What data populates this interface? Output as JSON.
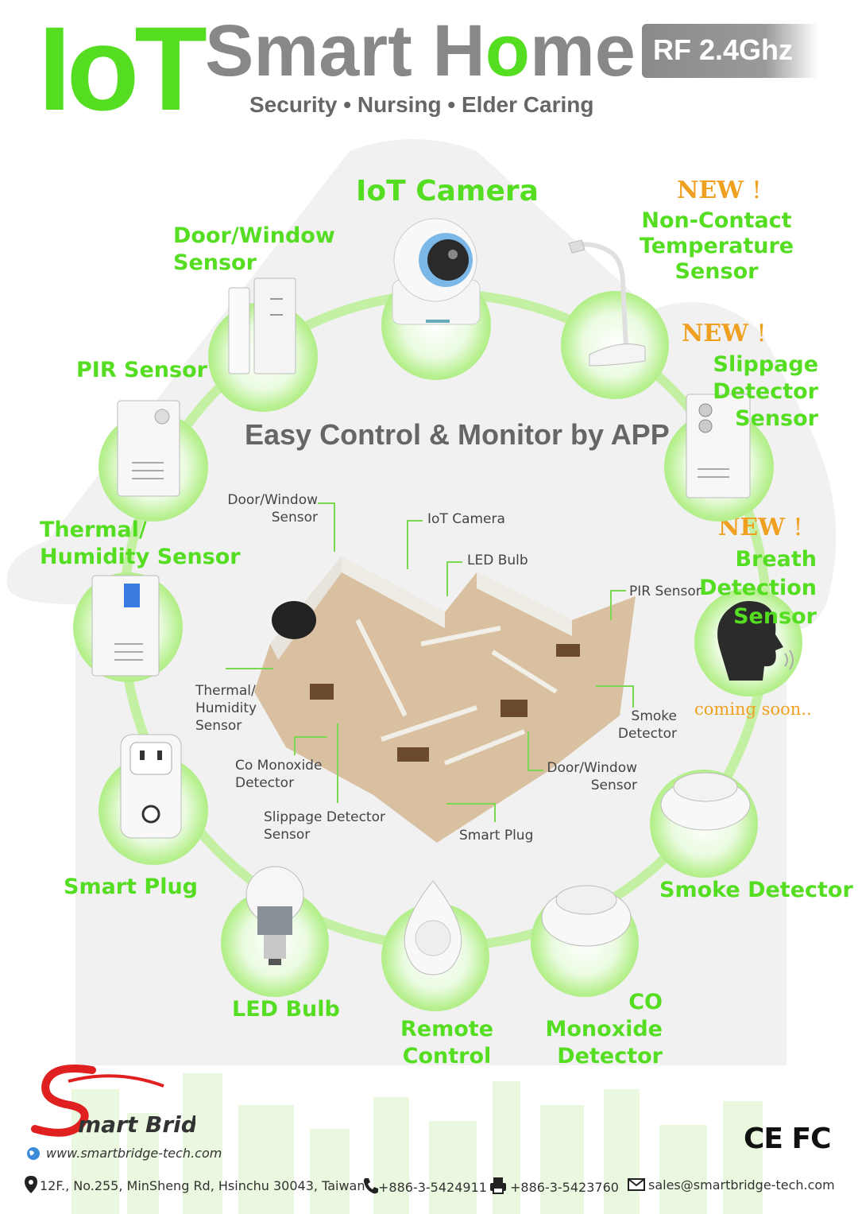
{
  "header": {
    "iot": "IoT",
    "smart": "Smart H",
    "o": "o",
    "me": "me",
    "badge": "RF 2.4Ghz",
    "tagline": "Security • Nursing • Elder Caring"
  },
  "center_title": "Easy Control & Monitor by APP",
  "new_label": "NEW",
  "new_bang": "!",
  "devices": {
    "iot_camera": "IoT Camera",
    "door_window_1": "Door/Window",
    "door_window_2": "Sensor",
    "pir": "PIR Sensor",
    "thermal_1": "Thermal/",
    "thermal_2": "Humidity Sensor",
    "smart_plug": "Smart Plug",
    "led_bulb": "LED Bulb",
    "remote_1": "Remote",
    "remote_2": "Control",
    "co_1": "CO Monoxide",
    "co_2": "Detector",
    "smoke": "Smoke Detector",
    "noncontact_1": "Non-Contact",
    "noncontact_2": "Temperature Sensor",
    "slippage_1": "Slippage Detector",
    "slippage_2": "Sensor",
    "breath_1": "Breath Detection",
    "breath_2": "Sensor",
    "coming_soon": "coming soon.."
  },
  "floorplan_labels": {
    "door_window_top_1": "Door/Window",
    "door_window_top_2": "Sensor",
    "iot_camera": "IoT Camera",
    "led_bulb": "LED Bulb",
    "pir_sensor": "PIR Sensor",
    "thermal_1": "Thermal/",
    "thermal_2": "Humidity",
    "thermal_3": "Sensor",
    "smoke_1": "Smoke",
    "smoke_2": "Detector",
    "co_1": "Co Monoxide",
    "co_2": "Detector",
    "door_window_bottom_1": "Door/Window",
    "door_window_bottom_2": "Sensor",
    "slippage_1": "Slippage Detector",
    "slippage_2": "Sensor",
    "smart_plug": "Smart Plug"
  },
  "footer": {
    "website": "www.smartbridge-tech.com",
    "address": "12F., No.255, MinSheng Rd, Hsinchu 30043, Taiwan",
    "phone": "+886-3-5424911",
    "fax": "+886-3-5423760",
    "email": "sales@smartbridge-tech.com",
    "cert": "CE FC"
  },
  "colors": {
    "brand_green": "#55dd22",
    "new_orange": "#f0a020",
    "badge_grey": "#8a8a8a",
    "logo_red": "#e02020"
  }
}
